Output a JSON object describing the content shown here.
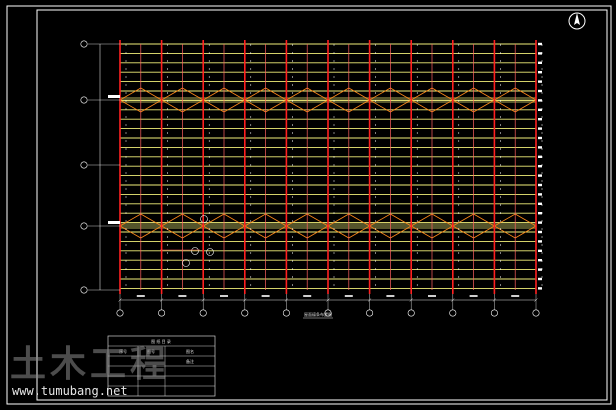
{
  "app": {
    "window_kind": "cad-model-space",
    "background": "#000000"
  },
  "drawing": {
    "plan_title": "屋面檩条布置图",
    "north_arrow_icon": "north-arrow-icon",
    "row_axis_labels": [
      "E",
      "D",
      "C",
      "B",
      "A"
    ],
    "column_axis_count": 11,
    "colors": {
      "purlin": "#f2f07a",
      "beam": "#ff2020",
      "bracing": "#ff8a1a",
      "axis_dashes": "#ffffff",
      "tie_rod": "#ff6060",
      "dimension": "#e0e0e0"
    }
  },
  "title_block": {
    "heading": "图 纸 目 录",
    "rows": [
      "序号",
      "图号",
      "图名",
      "备注"
    ]
  },
  "watermark": {
    "brand": "土木工程",
    "url": "www.tumubang.net"
  }
}
